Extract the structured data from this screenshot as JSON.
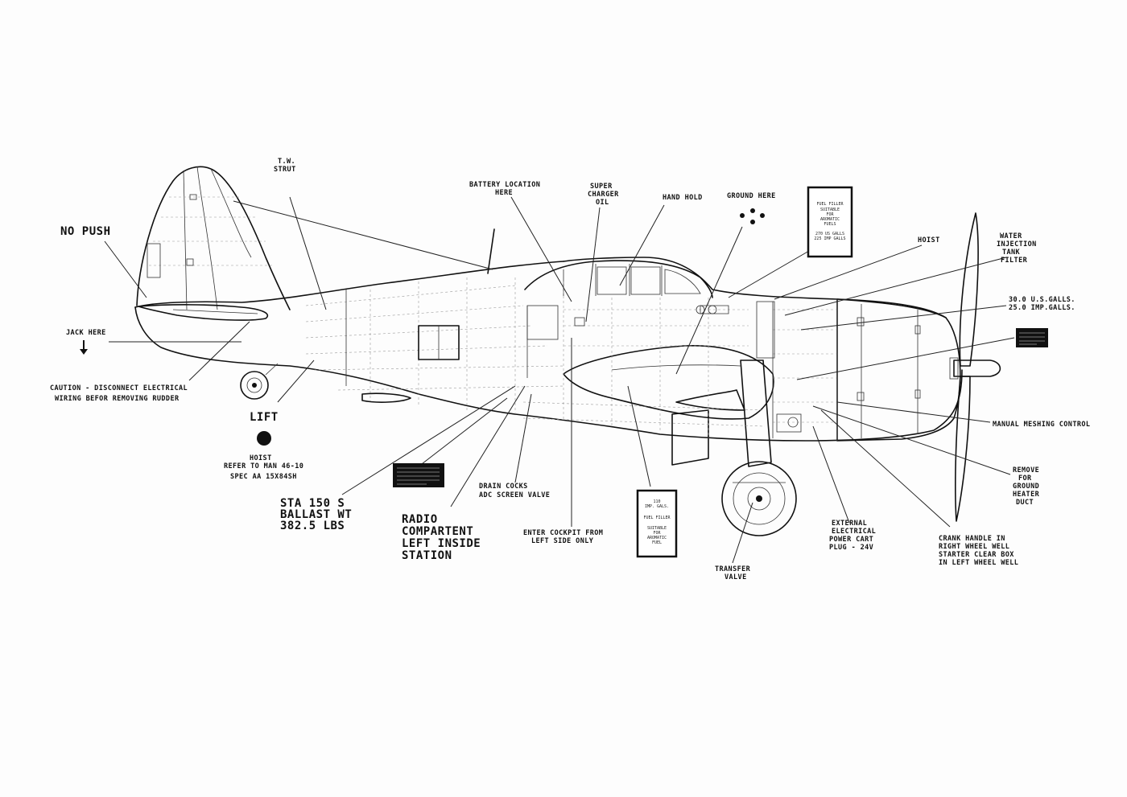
{
  "labels": {
    "no_push": "NO PUSH",
    "jack_here": "JACK HERE",
    "caution": [
      "CAUTION - DISCONNECT ELECTRICAL",
      "WIRING BEFOR REMOVING RUDDER"
    ],
    "lift": "LIFT",
    "hoist_left": [
      "HOIST",
      "REFER TO MAN 46-10",
      "SPEC AA 15X84SH"
    ],
    "tw_strut": [
      "T.W.",
      "STRUT"
    ],
    "battery": [
      "BATTERY LOCATION",
      "HERE"
    ],
    "super_charger": [
      "SUPER",
      "CHARGER",
      "OIL"
    ],
    "hand_hold": "HAND HOLD",
    "ground_here": "GROUND HERE",
    "hoist_right": "HOIST",
    "water_injection": [
      "WATER",
      "INJECTION",
      "TANK",
      "FILTER"
    ],
    "gallons": [
      "30.0 U.S.GALLS.",
      "25.0 IMP.GALLS."
    ],
    "manual_meshing": "MANUAL MESHING CONTROL",
    "remove_heater": [
      "REMOVE",
      "FOR",
      "GROUND",
      "HEATER",
      "DUCT"
    ],
    "crank_handle": [
      "CRANK HANDLE IN",
      "RIGHT WHEEL WELL",
      "STARTER CLEAR BOX",
      "IN LEFT WHEEL WELL"
    ],
    "ext_power": [
      "EXTERNAL",
      "ELECTRICAL",
      "POWER CART",
      "PLUG - 24V"
    ],
    "transfer_valve": [
      "TRANSFER",
      "VALVE"
    ],
    "enter_cockpit": [
      "ENTER COCKPIT FROM",
      "LEFT SIDE ONLY"
    ],
    "drain_cocks": [
      "DRAIN COCKS",
      "ADC SCREEN VALVE"
    ],
    "radio": [
      "RADIO",
      "COMPARTENT",
      "LEFT INSIDE",
      "STATION"
    ],
    "sta150": [
      "STA 150 S",
      "BALLAST WT",
      "382.5 LBS"
    ]
  },
  "plates": {
    "fuel_top": [
      "FUEL FILLER",
      "SUITABLE",
      "FOR",
      "AROMATIC",
      "FUELS",
      "",
      "270 US GALLS",
      "225 IMP GALLS"
    ],
    "fuel_bottom": [
      "110",
      "IMP. GALS.",
      "",
      "FUEL FILLER",
      "",
      "SUITABLE",
      "FOR",
      "AROMATIC",
      "FUEL"
    ]
  }
}
